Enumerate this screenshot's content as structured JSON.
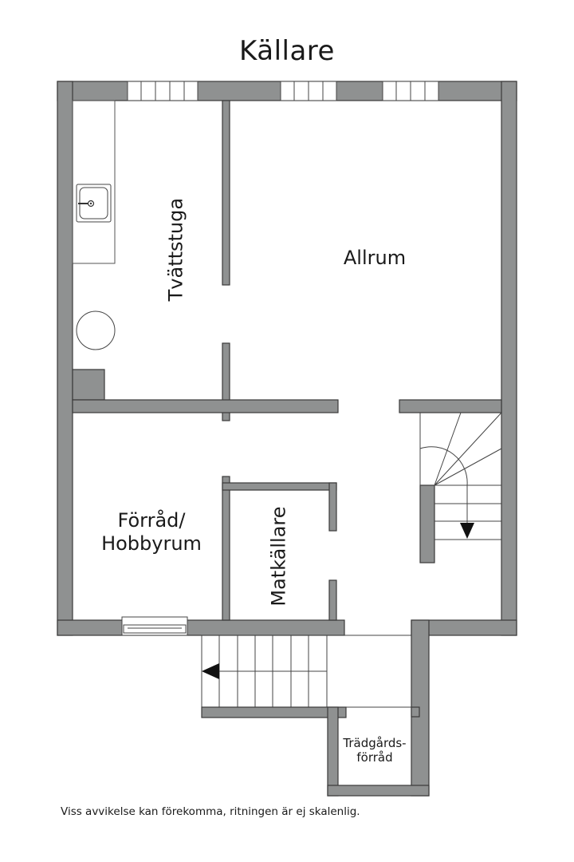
{
  "title": "Källare",
  "rooms": [
    {
      "id": "tvattstuga",
      "name": "Tvättstuga",
      "orientation": "vertical"
    },
    {
      "id": "allrum",
      "name": "Allrum",
      "orientation": "horizontal"
    },
    {
      "id": "forrad",
      "name_line1": "Förråd/",
      "name_line2": "Hobbyrum",
      "orientation": "horizontal"
    },
    {
      "id": "matkallare",
      "name": "Matkällare",
      "orientation": "vertical"
    },
    {
      "id": "tradgardsforrad",
      "name_line1": "Trädgårds-",
      "name_line2": "förråd",
      "orientation": "horizontal"
    }
  ],
  "fixtures": [
    {
      "type": "sink",
      "room": "Tvättstuga"
    },
    {
      "type": "round-appliance",
      "room": "Tvättstuga"
    },
    {
      "type": "countertop",
      "room": "Tvättstuga"
    },
    {
      "type": "spiral-stair",
      "direction": "down"
    },
    {
      "type": "exterior-stair",
      "direction": "left"
    },
    {
      "type": "windows",
      "count": 4
    }
  ],
  "colors": {
    "wall": "#8f9191",
    "outline": "#3a3a3a",
    "background": "#ffffff"
  },
  "footnote": "Viss avvikelse kan förekomma, ritningen är ej skalenlig."
}
